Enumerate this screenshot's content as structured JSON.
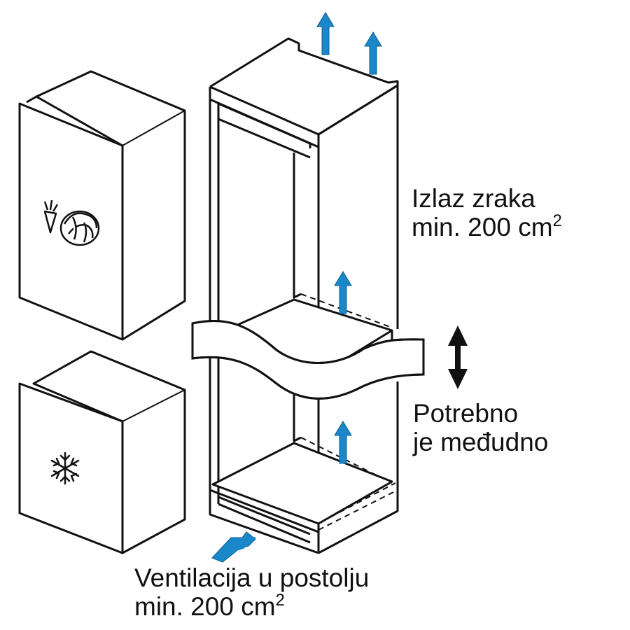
{
  "labels": {
    "air_outlet": {
      "line1": "Izlaz zraka",
      "line2_prefix": "min. 200 cm",
      "line2_sup": "2"
    },
    "spacing_required": {
      "line1": "Potrebno",
      "line2": "je međudno"
    },
    "plinth_ventilation": {
      "line1": "Ventilacija u postolju",
      "line2_prefix": "min. 200 cm",
      "line2_sup": "2"
    }
  },
  "icons": {
    "fridge_door": [
      "carrot-icon",
      "cabbage-icon"
    ],
    "freezer_door": [
      "snowflake-icon"
    ],
    "airflow": "arrow-up-icon",
    "spacing": "double-arrow-vertical-icon",
    "inlet": "arrow-right-icon"
  },
  "colors": {
    "arrow": "#1a87c9",
    "line": "#111111",
    "background": "#ffffff"
  }
}
